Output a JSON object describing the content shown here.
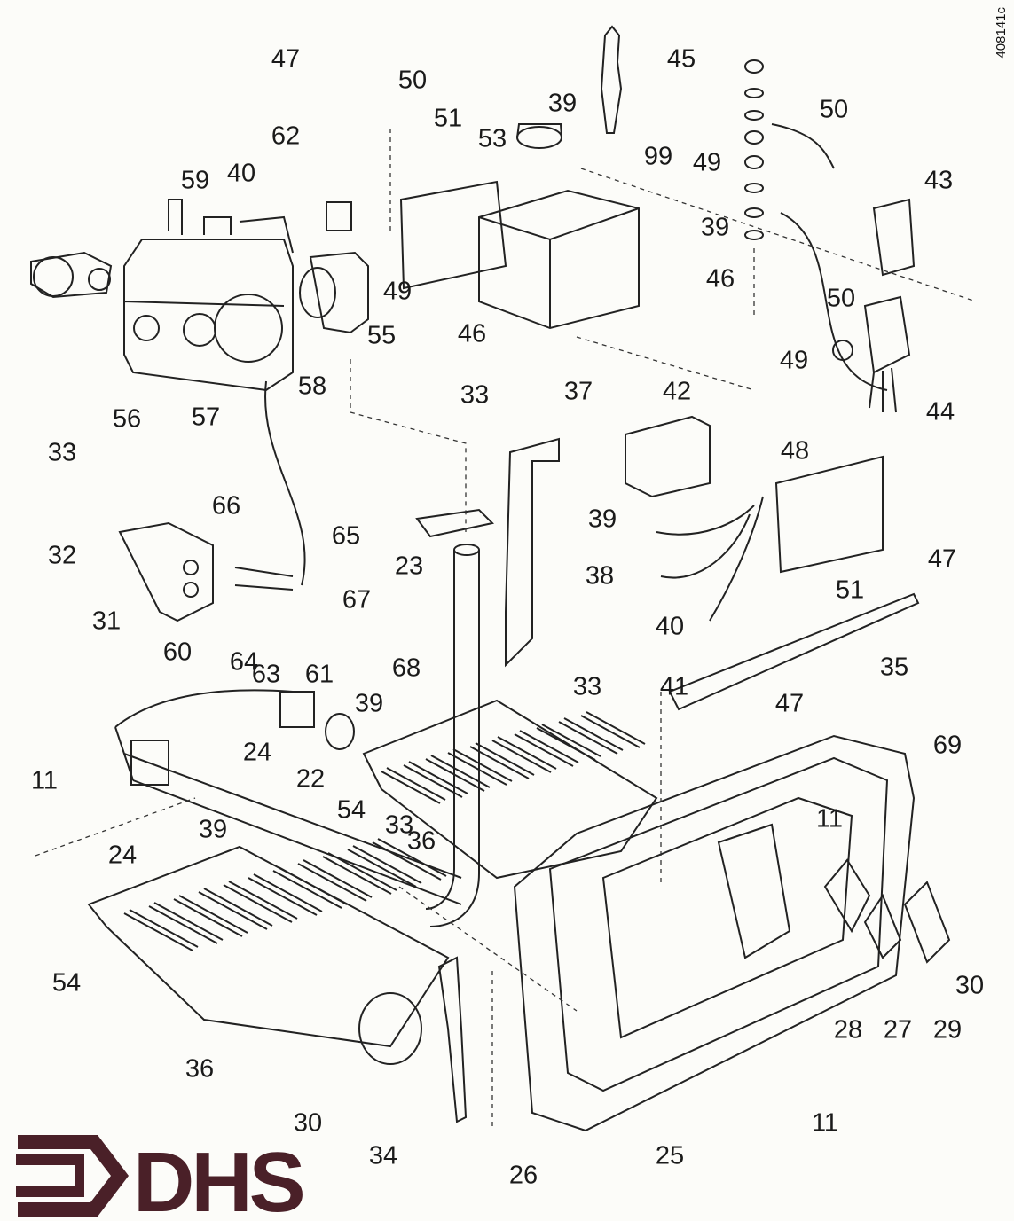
{
  "drawing_code": "408141c",
  "logo": {
    "text": "DHS",
    "color": "#4a2028"
  },
  "part_labels": [
    "47",
    "45",
    "50",
    "51",
    "39",
    "53",
    "99",
    "62",
    "40",
    "59",
    "50",
    "49",
    "43",
    "39",
    "49",
    "46",
    "46",
    "37",
    "33",
    "55",
    "58",
    "57",
    "56",
    "50",
    "44",
    "49",
    "48",
    "42",
    "33",
    "66",
    "65",
    "32",
    "23",
    "39",
    "38",
    "47",
    "51",
    "31",
    "67",
    "60",
    "64",
    "63",
    "61",
    "68",
    "40",
    "41",
    "35",
    "33",
    "39",
    "47",
    "24",
    "11",
    "22",
    "54",
    "33",
    "36",
    "69",
    "11",
    "39",
    "24",
    "54",
    "36",
    "30",
    "28",
    "27",
    "29",
    "30",
    "34",
    "26",
    "25",
    "11"
  ]
}
